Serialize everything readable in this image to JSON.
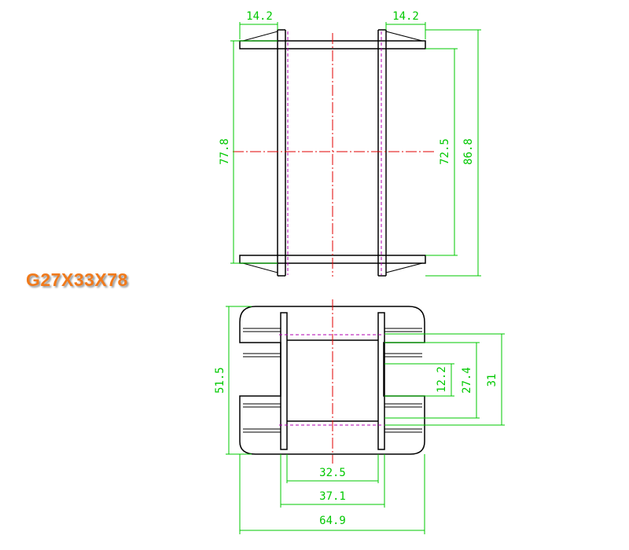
{
  "part_label": "G27X33X78",
  "colors": {
    "outline": "#000000",
    "dimension": "#00c800",
    "centerline": "#e00000",
    "hidden_line": "#b000b0",
    "label": "#f07a1c"
  },
  "dimensions": {
    "top_flange_left": "14.2",
    "top_flange_right": "14.2",
    "overall_height_left": "77.8",
    "inner_height": "72.5",
    "overall_height_right": "86.8",
    "depth": "51.5",
    "window_width": "12.2",
    "core_width": "27.4",
    "slot_width": "31",
    "inner_span": "32.5",
    "outer_span": "37.1",
    "overall_width": "64.9"
  }
}
